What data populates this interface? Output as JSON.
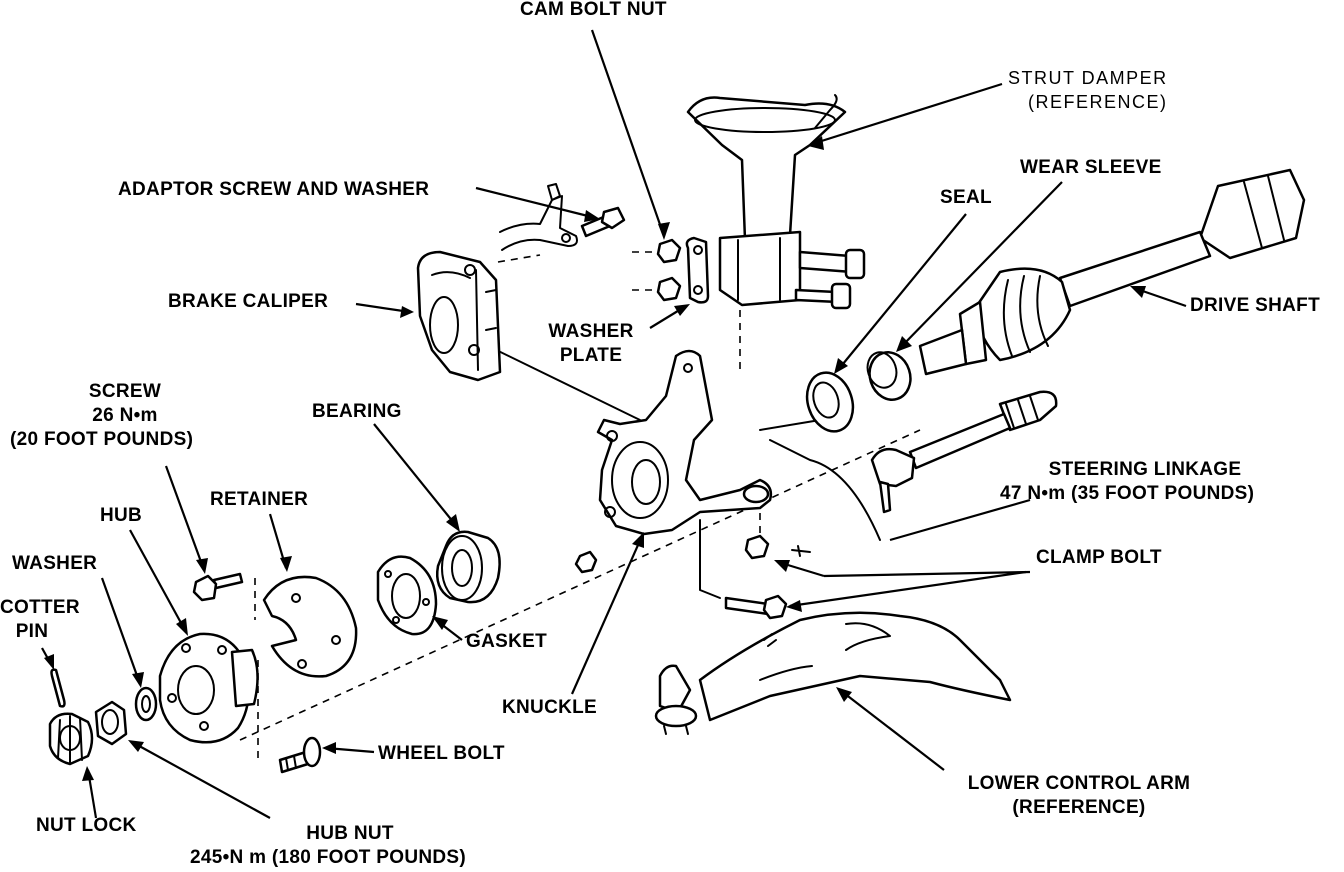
{
  "labels": {
    "cam_bolt_nut": "CAM BOLT NUT",
    "strut_damper_1": "STRUT DAMPER",
    "strut_damper_2": "(REFERENCE)",
    "wear_sleeve": "WEAR SLEEVE",
    "seal": "SEAL",
    "adaptor_screw": "ADAPTOR SCREW AND WASHER",
    "drive_shaft": "DRIVE SHAFT",
    "brake_caliper": "BRAKE CALIPER",
    "washer_plate_1": "WASHER",
    "washer_plate_2": "PLATE",
    "screw_1": "SCREW",
    "screw_2": "26 N•m",
    "screw_3": "(20 FOOT POUNDS)",
    "bearing": "BEARING",
    "retainer": "RETAINER",
    "hub": "HUB",
    "steering_linkage_1": "STEERING LINKAGE",
    "steering_linkage_2": "47 N•m (35 FOOT POUNDS)",
    "washer": "WASHER",
    "clamp_bolt": "CLAMP BOLT",
    "cotter_pin_1": "COTTER",
    "cotter_pin_2": "PIN",
    "gasket": "GASKET",
    "knuckle": "KNUCKLE",
    "wheel_bolt": "WHEEL BOLT",
    "lower_control_arm_1": "LOWER CONTROL ARM",
    "lower_control_arm_2": "(REFERENCE)",
    "nut_lock": "NUT LOCK",
    "hub_nut_1": "HUB NUT",
    "hub_nut_2": "245•N m (180 FOOT POUNDS)"
  }
}
